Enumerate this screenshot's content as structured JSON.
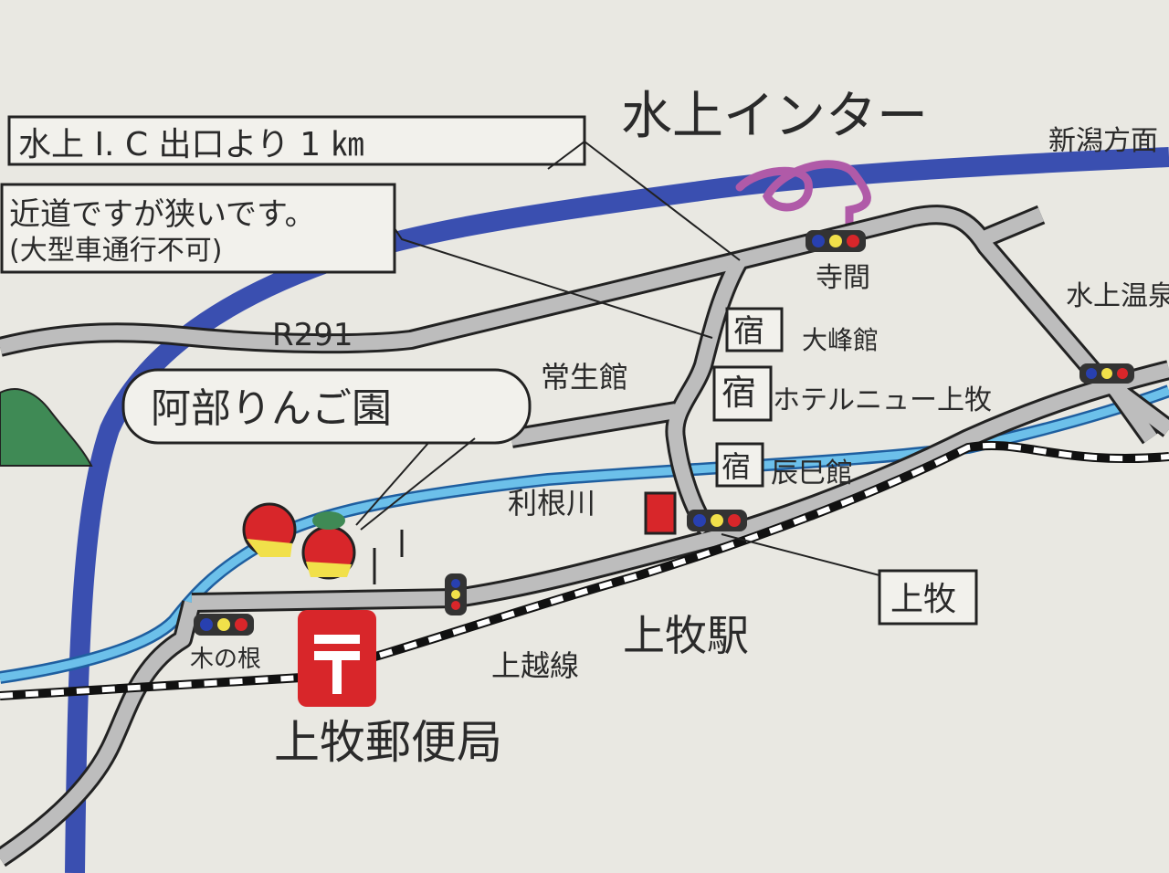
{
  "title": "水上インター",
  "direction_niigata": "新潟方面",
  "callouts": {
    "ic_distance": "水上 I. C 出口より 1 ㎞",
    "shortcut_line1": "近道ですが狭いです。",
    "shortcut_line2": "(大型車通行不可)",
    "orchard": "阿部りんご園",
    "kamimoku": "上牧"
  },
  "road_label": "R291",
  "places": {
    "teraba": "寺間",
    "minakami_onsen": "水上温泉",
    "joseikan": "常生館",
    "tonegawa": "利根川",
    "kinone": "木の根",
    "joetsu_line": "上越線",
    "kamimoku_station": "上牧駅",
    "post_office": "上牧郵便局"
  },
  "inns": [
    {
      "icon": "宿",
      "name": "大峰館"
    },
    {
      "icon": "宿",
      "name": "ホテルニュー上牧"
    },
    {
      "icon": "宿",
      "name": "辰巳館"
    }
  ],
  "colors": {
    "paper": "#e9e8e2",
    "highway": "#3a4fb0",
    "interchange": "#b05aa8",
    "road": "#bdbdbd",
    "river": "#4a9fd8",
    "post": "#d8262a",
    "apple": "#d8262a"
  }
}
